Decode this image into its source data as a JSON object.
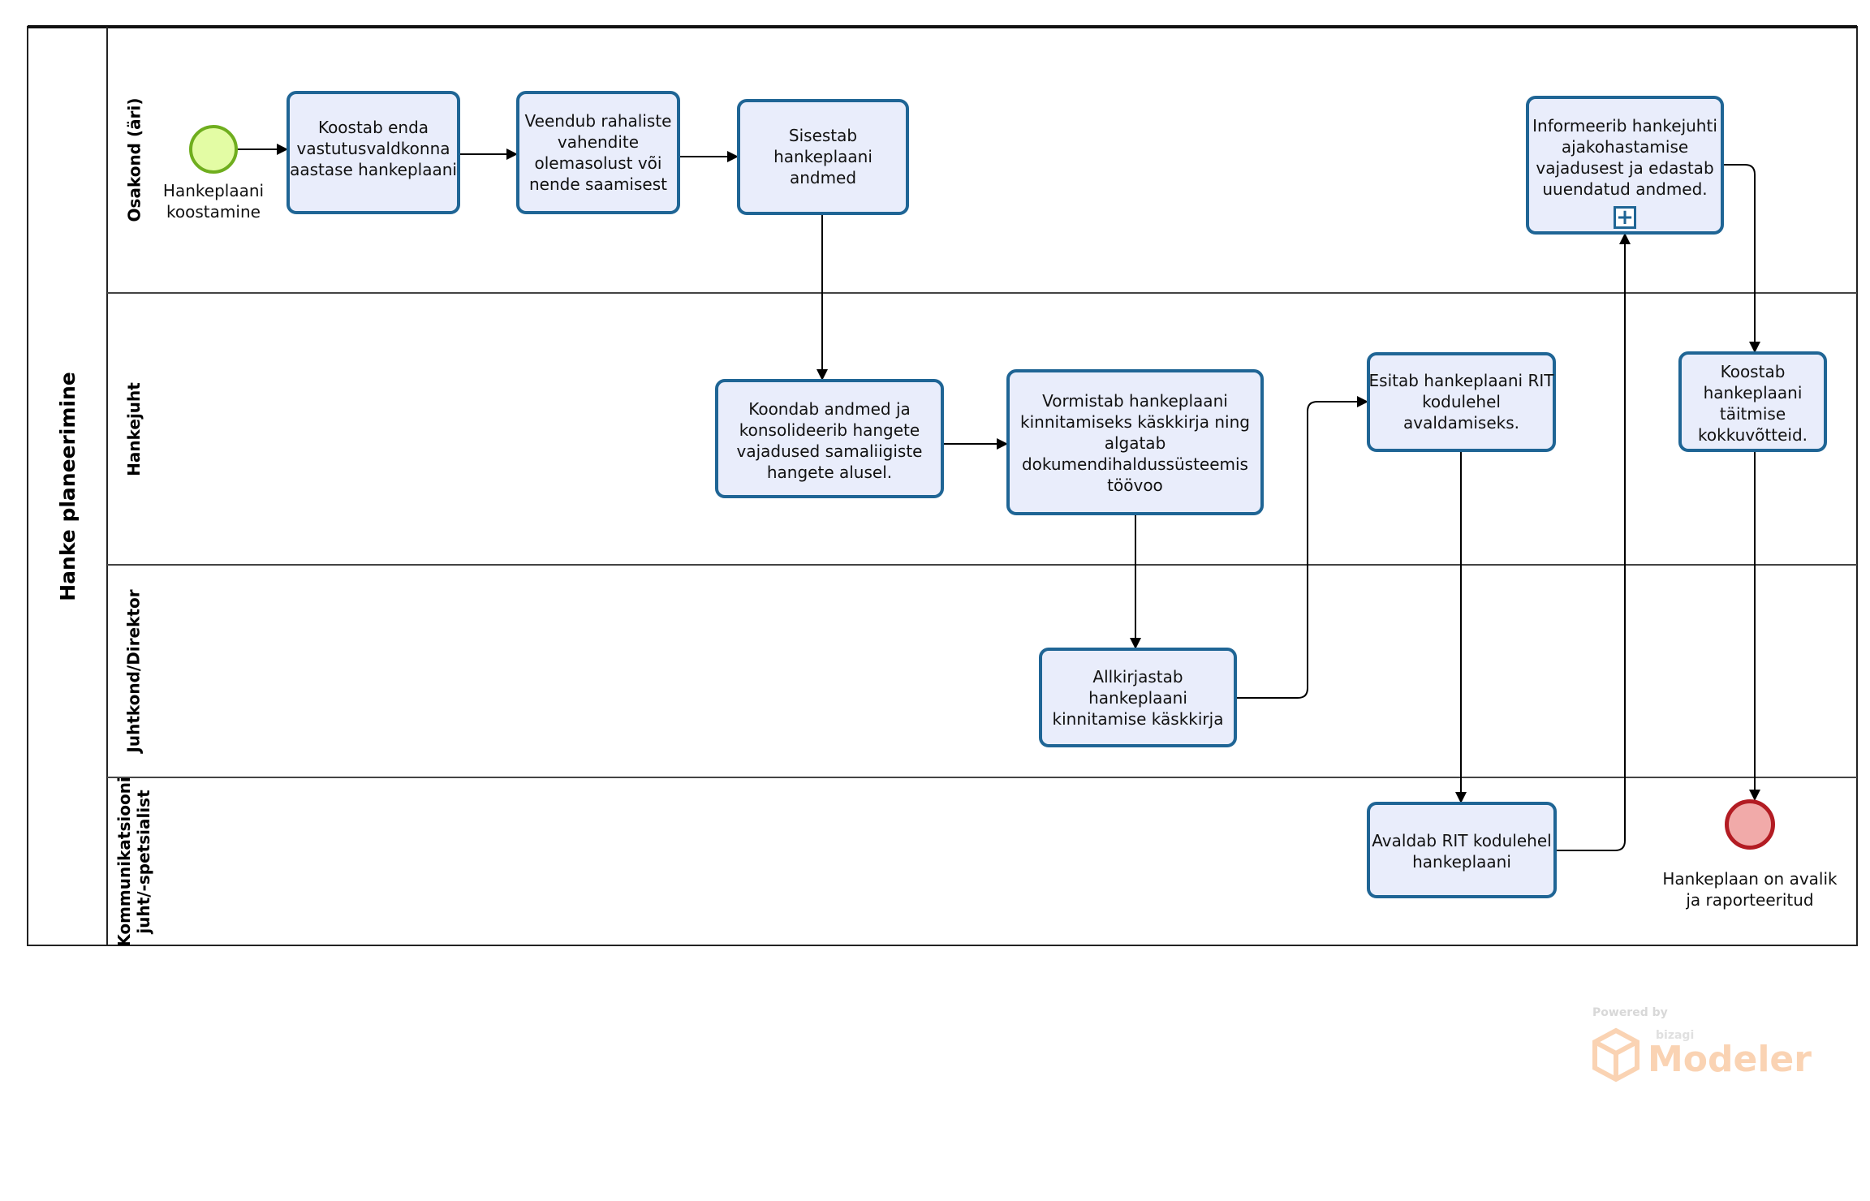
{
  "pool": {
    "label": "Hanke planeerimine"
  },
  "lanes": [
    {
      "label": "Osakond (äri)"
    },
    {
      "label": "Hankejuht"
    },
    {
      "label": "Juhtkond/Direktor"
    },
    {
      "label": "Kommunikatsiooni\njuht/-spetsialist"
    }
  ],
  "events": {
    "start": {
      "label": "Hankeplaani\nkoostamine"
    },
    "end": {
      "label": "Hankeplaan on avalik\nja raporteeritud"
    }
  },
  "tasks": {
    "t1": {
      "label": "Koostab enda\nvastutusvaldkonna\naastase hankeplaani"
    },
    "t2": {
      "label": "Veendub rahaliste\nvahendite\nolemasolust või\nnende saamisest"
    },
    "t3": {
      "label": "Sisestab\nhankeplaani\nandmed"
    },
    "t4": {
      "label": "Koondab andmed ja\nkonsolideerib hangete\nvajadused samaliigiste\nhangete alusel."
    },
    "t5": {
      "label": "Vormistab hankeplaani\nkinnitamiseks käskkirja ning\nalgatab\ndokumendihaldussüsteemis\ntöövoo"
    },
    "t6": {
      "label": "Allkirjastab\nhankeplaani\nkinnitamise käskkirja"
    },
    "t7": {
      "label": "Esitab hankeplaani RIT\nkodulehel\navaldamiseks."
    },
    "t8": {
      "label": "Avaldab RIT kodulehel\nhankeplaani"
    },
    "t9": {
      "label": "Informeerib hankejuhti\najakohastamise\nvajadusest ja edastab\nuuendatud andmed.",
      "subprocess_marker": "plus-icon"
    },
    "t10": {
      "label": "Koostab\nhankeplaani\ntäitmise\nkokkuvõtteid."
    }
  },
  "watermark": {
    "powered": "Powered by",
    "brand": "bizagi",
    "product": "Modeler"
  },
  "colors": {
    "task_fill": "#e9edfb",
    "task_border": "#1f6595",
    "start_fill": "#e3fca4",
    "start_border": "#6fae1e",
    "end_fill": "#f1aaa9",
    "end_border": "#b31c23",
    "lane_line": "#444444",
    "watermark": "#fad3b3"
  }
}
